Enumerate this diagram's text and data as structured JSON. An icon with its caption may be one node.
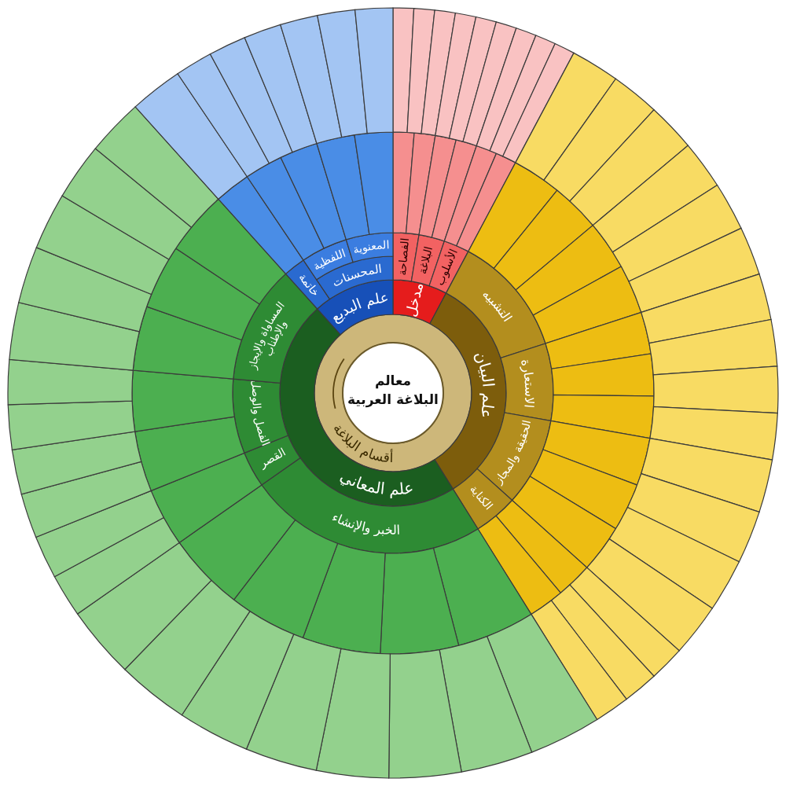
{
  "diagram": {
    "nodes": [
      {
        "text": [
          "أقسام البلاغة"
        ]
      },
      {
        "text": [
          "معالم البلاغة العربية"
        ],
        "in": 0
      },
      {
        "text": [
          "مدخل"
        ]
      },
      {
        "text": [
          "الفصاحة"
        ]
      },
      {
        "text": [
          "البلاغة"
        ]
      },
      {
        "text": [
          "الأسلوب"
        ]
      },
      {
        "text": [],
        "shape": "bar"
      },
      {
        "text": [],
        "shape": "bar"
      },
      {
        "text": [],
        "shape": "bar"
      },
      {
        "text": [],
        "shape": "bar"
      },
      {
        "text": [],
        "shape": "bar"
      },
      {
        "text": [],
        "shape": "bar"
      },
      {
        "text": [],
        "shape": "bar"
      },
      {
        "text": [],
        "shape": "bar"
      },
      {
        "text": [],
        "shape": "bar"
      },
      {
        "text": [],
        "shape": "bar"
      },
      {
        "text": [],
        "shape": "bar"
      },
      {
        "text": [],
        "shape": "bar"
      },
      {
        "text": [],
        "shape": "bar"
      },
      {
        "text": [],
        "shape": "bar"
      },
      {
        "text": [],
        "shape": "bar"
      },
      {
        "text": [
          "علم البيان"
        ]
      },
      {
        "text": [
          "التشبيه"
        ]
      },
      {
        "text": [
          "الاستعارة"
        ]
      },
      {
        "text": [
          "الحقيقة والمجاز"
        ]
      },
      {
        "text": [
          "الكناية"
        ]
      },
      {
        "text": [],
        "shape": "bar"
      },
      {
        "text": [],
        "shape": "bar"
      },
      {
        "text": [],
        "shape": "bar"
      },
      {
        "text": [],
        "shape": "bar"
      },
      {
        "text": [],
        "shape": "bar"
      },
      {
        "text": [],
        "shape": "bar"
      },
      {
        "text": [],
        "shape": "bar"
      },
      {
        "text": [],
        "shape": "bar"
      },
      {
        "text": [],
        "shape": "bar"
      },
      {
        "text": [],
        "shape": "bar"
      },
      {
        "text": [],
        "shape": "bar"
      },
      {
        "text": [],
        "shape": "bar"
      },
      {
        "text": [],
        "shape": "bar"
      },
      {
        "text": [],
        "shape": "bar"
      },
      {
        "text": [],
        "shape": "bar"
      },
      {
        "text": [],
        "shape": "bar"
      },
      {
        "text": [],
        "shape": "bar"
      },
      {
        "text": [],
        "shape": "bar"
      },
      {
        "text": [],
        "shape": "bar"
      },
      {
        "text": [],
        "shape": "bar"
      },
      {
        "text": [],
        "shape": "bar"
      },
      {
        "text": [],
        "shape": "bar"
      },
      {
        "text": [],
        "shape": "bar"
      },
      {
        "text": [],
        "shape": "bar"
      },
      {
        "text": [],
        "shape": "bar"
      },
      {
        "text": [],
        "shape": "bar"
      },
      {
        "text": [],
        "shape": "bar"
      },
      {
        "text": [],
        "shape": "bar"
      },
      {
        "text": [],
        "shape": "bar"
      },
      {
        "text": [
          "علم المعاني"
        ]
      },
      {
        "text": [
          "الخبر والإنشاء"
        ]
      },
      {
        "text": [
          "القصر"
        ]
      },
      {
        "text": [
          "الفصل والوصل"
        ]
      },
      {
        "text": [
          "المساواة والإيجاز والإطناب"
        ]
      },
      {
        "text": [],
        "shape": "bar"
      },
      {
        "text": [],
        "shape": "bar"
      },
      {
        "text": [],
        "shape": "bar"
      },
      {
        "text": [],
        "shape": "bar"
      },
      {
        "text": [],
        "shape": "bar"
      },
      {
        "text": [],
        "shape": "bar"
      },
      {
        "text": [],
        "shape": "bar"
      },
      {
        "text": [],
        "shape": "bar"
      },
      {
        "text": [],
        "shape": "bar"
      },
      {
        "text": [],
        "shape": "bar"
      },
      {
        "text": [],
        "shape": "bar"
      },
      {
        "text": [],
        "shape": "bar"
      },
      {
        "text": [],
        "shape": "bar"
      },
      {
        "text": [],
        "shape": "bar"
      },
      {
        "text": [],
        "shape": "bar"
      },
      {
        "text": [],
        "shape": "bar"
      },
      {
        "text": [],
        "shape": "bar"
      },
      {
        "text": [],
        "shape": "bar"
      },
      {
        "text": [],
        "shape": "bar"
      },
      {
        "text": [],
        "shape": "bar"
      },
      {
        "text": [],
        "shape": "bar"
      },
      {
        "text": [],
        "shape": "bar"
      },
      {
        "text": [],
        "shape": "bar"
      },
      {
        "text": [],
        "shape": "bar"
      },
      {
        "text": [],
        "shape": "bar"
      },
      {
        "text": [],
        "shape": "bar"
      },
      {
        "text": [],
        "shape": "bar"
      },
      {
        "text": [],
        "shape": "bar"
      },
      {
        "text": [],
        "shape": "bar"
      },
      {
        "text": [],
        "shape": "bar"
      },
      {
        "text": [
          "علم البديع"
        ]
      },
      {
        "text": [
          "خاتمة"
        ]
      },
      {
        "text": [
          "المحسنات"
        ]
      },
      {
        "text": [
          "اللفظية"
        ]
      },
      {
        "text": [
          "المعنوية"
        ]
      },
      {
        "text": [],
        "shape": "bar"
      },
      {
        "text": [],
        "shape": "bar"
      },
      {
        "text": [],
        "shape": "bar"
      },
      {
        "text": [],
        "shape": "bar"
      },
      {
        "text": [],
        "shape": "bar"
      },
      {
        "text": [],
        "shape": "bar"
      },
      {
        "text": [],
        "shape": "bar"
      },
      {
        "text": [],
        "shape": "bar"
      },
      {
        "text": [],
        "shape": "bar"
      },
      {
        "text": [],
        "shape": "bar"
      },
      {
        "text": [],
        "shape": "bar"
      },
      {
        "text": [],
        "shape": "bar"
      }
    ]
  }
}
